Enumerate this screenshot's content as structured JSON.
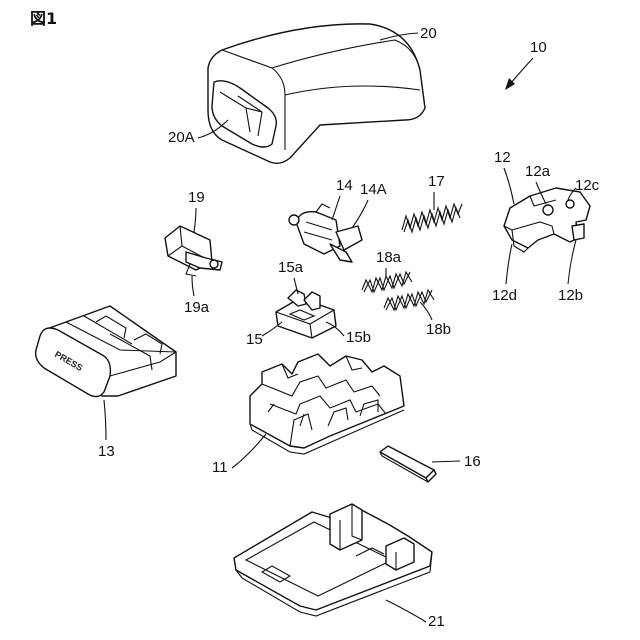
{
  "figure": {
    "title": "図1",
    "assembly_ref": "10"
  },
  "labels": {
    "cover": "20",
    "cover_opening": "20A",
    "front_cap": "19",
    "front_cap_tab": "19a",
    "hook": "14",
    "hook_tab": "14A",
    "spring": "17",
    "springs_pair_a": "18a",
    "springs_pair_b": "18b",
    "slider_top": "15a",
    "slider": "15",
    "slider_side": "15b",
    "lever": "12",
    "lever_a": "12a",
    "lever_c": "12c",
    "lever_d": "12d",
    "lever_b": "12b",
    "press_button": "13",
    "button_marking": "PRESS",
    "frame": "11",
    "pin": "16",
    "base": "21"
  }
}
